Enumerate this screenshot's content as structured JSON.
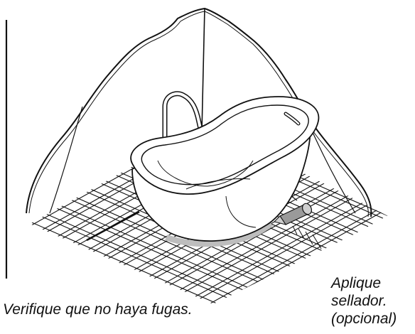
{
  "colors": {
    "line": "#111111",
    "sealant": "#bdbdbd",
    "background": "#ffffff"
  },
  "captions": {
    "check_leaks": "Verifique que no haya fugas.",
    "apply_sealant": [
      "Aplique",
      "sellador.",
      "(opcional)"
    ]
  }
}
